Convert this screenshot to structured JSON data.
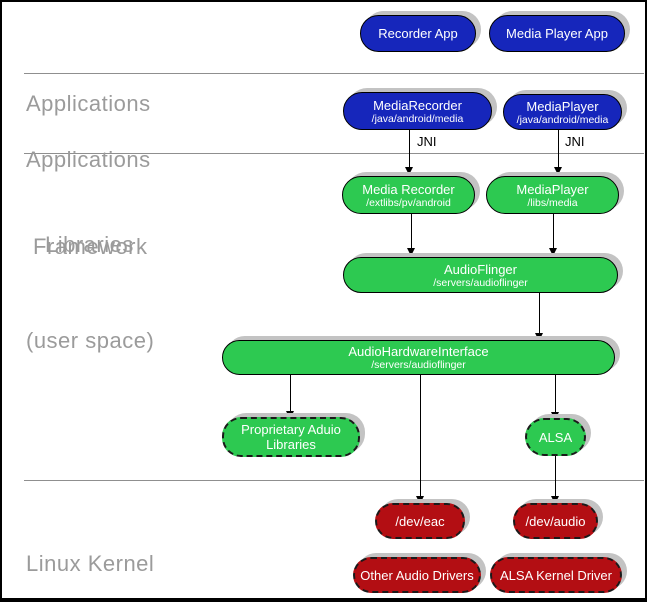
{
  "layers": {
    "applications": {
      "line1": "Applications"
    },
    "applications_framework": {
      "line1": "Applications",
      "line2": "Framework"
    },
    "libraries": {
      "line1": "Libraries",
      "line2": "(user space)"
    },
    "linux_kernel": {
      "line1": "Linux Kernel"
    }
  },
  "nodes": {
    "recorder_app": {
      "title": "Recorder App"
    },
    "media_player_app": {
      "title": "Media Player App"
    },
    "media_recorder_framework": {
      "title": "MediaRecorder",
      "subtitle": "/java/android/media"
    },
    "media_player_framework": {
      "title": "MediaPlayer",
      "subtitle": "/java/android/media"
    },
    "media_recorder_lib": {
      "title": "Media Recorder",
      "subtitle": "/extlibs/pv/android"
    },
    "media_player_lib": {
      "title": "MediaPlayer",
      "subtitle": "/libs/media"
    },
    "audio_flinger": {
      "title": "AudioFlinger",
      "subtitle": "/servers/audioflinger"
    },
    "audio_hardware_interface": {
      "title": "AudioHardwareInterface",
      "subtitle": "/servers/audioflinger"
    },
    "proprietary_audio_libraries": {
      "title": "Proprietary Aduio",
      "title2": "Libraries"
    },
    "alsa": {
      "title": "ALSA"
    },
    "dev_eac": {
      "title": "/dev/eac"
    },
    "dev_audio": {
      "title": "/dev/audio"
    },
    "other_audio_drivers": {
      "title": "Other Audio Drivers"
    },
    "alsa_kernel_driver": {
      "title": "ALSA Kernel Driver"
    }
  },
  "edge_labels": {
    "jni_left": "JNI",
    "jni_right": "JNI"
  },
  "colors": {
    "applications_blue": "#1626bb",
    "userspace_green": "#2dc951",
    "kernel_red": "#b30e13",
    "layer_label_gray": "#9b9b9b",
    "shadow_gray": "#c3c3c3"
  }
}
